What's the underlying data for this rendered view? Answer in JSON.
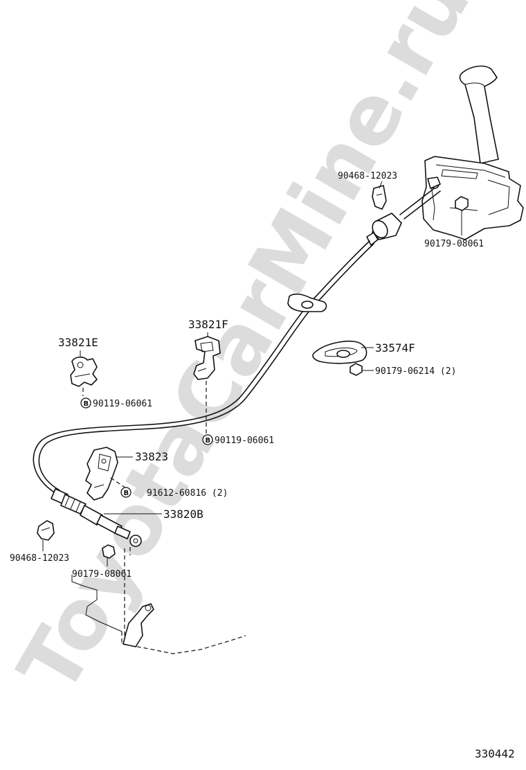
{
  "watermark": "ToyotaCarMine.ru",
  "diagram_id": "330442",
  "bolt_marker": "B",
  "labels": {
    "p90468_top": "90468-12023",
    "p90179_08061_top": "90179-08061",
    "p33574F": "33574F",
    "p90179_06214": "90179-06214 (2)",
    "p33821F": "33821F",
    "p33821E": "33821E",
    "p90119_left": "90119-06061",
    "p90119_mid": "90119-06061",
    "p33823": "33823",
    "p91612": "91612-60816 (2)",
    "p33820B": "33820B",
    "p90468_bottom": "90468-12023",
    "p90179_08061_bottom": "90179-08061"
  }
}
